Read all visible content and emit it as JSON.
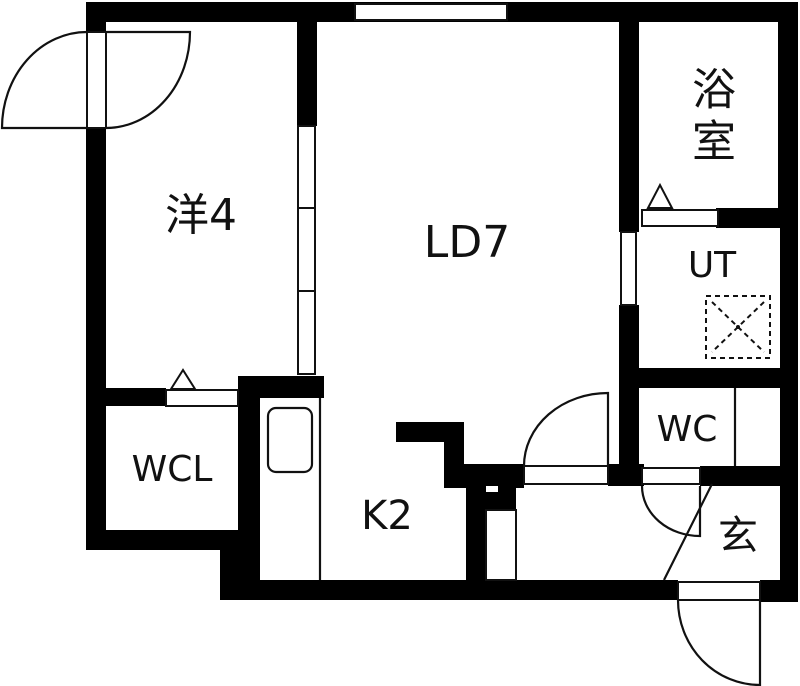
{
  "plan": {
    "rooms": {
      "western_room": {
        "label": "洋4"
      },
      "living_dining": {
        "label": "LD7"
      },
      "bathroom": {
        "label": "浴室"
      },
      "utility": {
        "label": "UT"
      },
      "toilet": {
        "label": "WC"
      },
      "walk_in_closet": {
        "label": "WCL"
      },
      "kitchen": {
        "label": "K2"
      },
      "entrance": {
        "label": "玄"
      }
    },
    "colors": {
      "wall": "#000000",
      "background": "#ffffff",
      "line": "#111111"
    }
  }
}
